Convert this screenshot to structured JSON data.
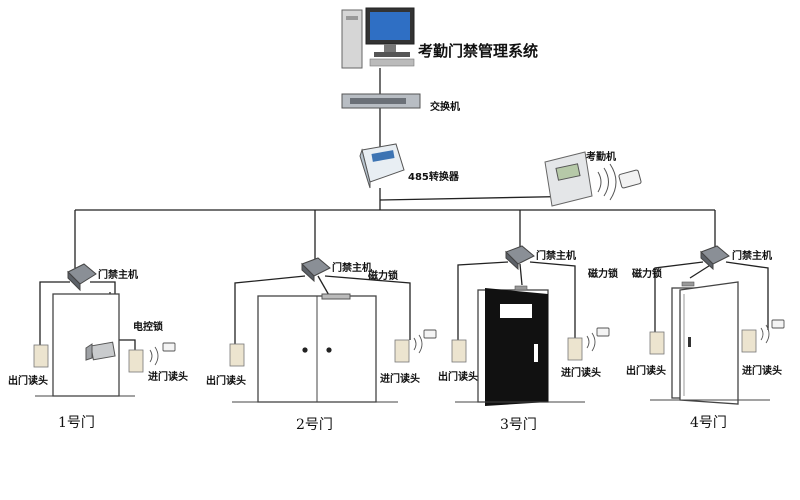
{
  "title": "考勤门禁管理系统",
  "labels": {
    "switch": "交换机",
    "converter": "485转换器",
    "attendance": "考勤机",
    "controller": "门禁主机",
    "em_lock": "电控锁",
    "mag_lock": "磁力锁",
    "exit_reader": "出门读头",
    "entry_reader": "进门读头"
  },
  "doors": [
    {
      "name": "1号门"
    },
    {
      "name": "2号门"
    },
    {
      "name": "3号门"
    },
    {
      "name": "4号门"
    }
  ],
  "colors": {
    "line": "#222222",
    "door_dark": "#111111",
    "reader": "#ece4cf",
    "device": "#8a8f96"
  }
}
